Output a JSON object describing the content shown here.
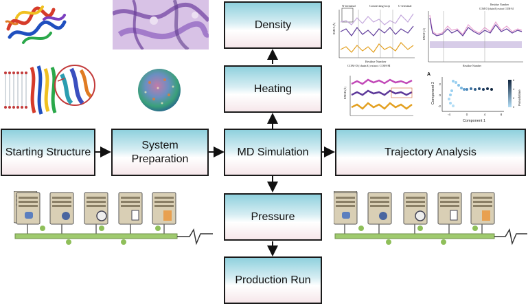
{
  "boxes": {
    "starting_structure": "Starting Structure",
    "system_preparation": "System\nPreparation",
    "md_simulation": "MD Simulation",
    "trajectory_analysis": "Trajectory Analysis",
    "density": "Density",
    "heating": "Heating",
    "pressure": "Pressure",
    "production_run": "Production Run"
  },
  "icons": [
    "protein-ribbon-icon",
    "tissue-image-icon",
    "membrane-protein-icon",
    "solvated-sphere-icon",
    "server-network-icon",
    "rmsf-plot-icon",
    "rmsd-plot-icon",
    "pca-plot-icon"
  ],
  "colors": {
    "box_top": "#8fd0dd",
    "box_bottom": "#f6e7ea",
    "network_bar": "#9fca6e",
    "node": "#8fbf5a"
  },
  "plots": {
    "rmsf_top_left": {
      "title_left": "N-terminal",
      "title_mid": "Connecting loop",
      "title_right": "C-terminal",
      "xlabel": "Residue Number",
      "legend": "COM-D (chainA) extract COM-M",
      "ylabel": "RMSF (Å)"
    },
    "rmsf_top_right": {
      "label_top": "Residue Number",
      "legend": "COM-D (chainA) extract COM-M",
      "xlabel": "Residue Number",
      "ylabel": "RMSF (Å)"
    },
    "rmsd": {
      "ylabel": "RMSD (Å)"
    },
    "pca": {
      "panel": "A",
      "xlabel": "Component 1",
      "ylabel": "Component 2",
      "colorbar_label": "Pseudotime",
      "x_ticks": [
        "-4",
        "0",
        "4",
        "8"
      ],
      "y_ticks": [
        "2",
        "0",
        "-2"
      ],
      "cbar_ticks": [
        "0",
        "2",
        "4",
        "6"
      ]
    }
  }
}
